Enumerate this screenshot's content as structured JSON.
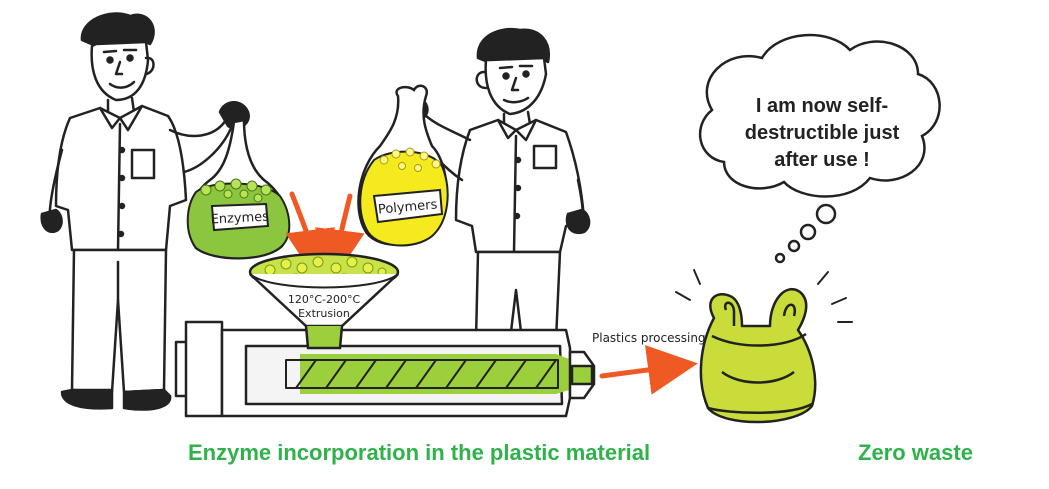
{
  "labels": {
    "enzymes_bag": "Enzymes",
    "polymers_bag": "Polymers",
    "funnel_temp": "120°C-200°C",
    "funnel_process": "Extrusion",
    "processing": "Plastics processing"
  },
  "thought_bubble": {
    "line1": "I am now self-",
    "line2": "destructible just",
    "line3": "after use !"
  },
  "captions": {
    "left": "Enzyme incorporation in the plastic material",
    "right": "Zero waste"
  },
  "colors": {
    "accent_green": "#2fb24a",
    "enzyme_green": "#8cc63f",
    "polymer_yellow": "#f5ea1e",
    "arrow_orange": "#ef5a24",
    "bag_green": "#c9dc3a"
  }
}
